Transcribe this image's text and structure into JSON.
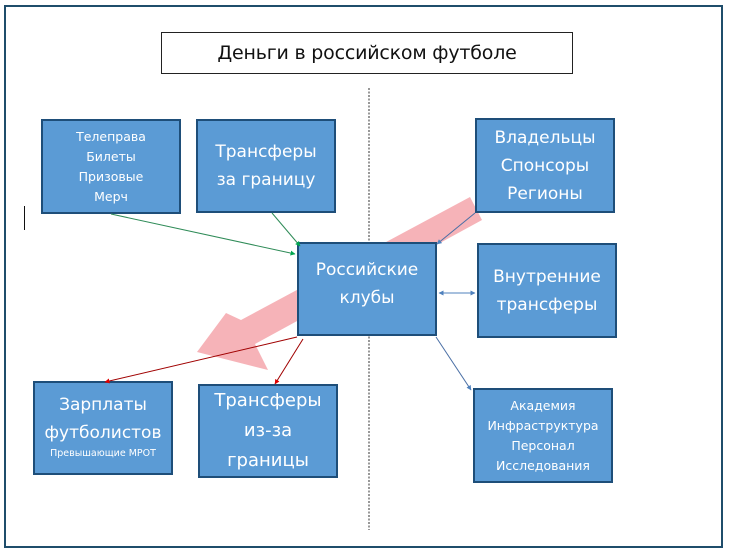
{
  "title": "Деньги в российском футболе",
  "colors": {
    "box_fill": "#5b9bd5",
    "box_border": "#1e4e79",
    "inflow_arrow": "#00a650",
    "outflow_arrow": "#c00000",
    "neutral_arrow": "#4f81bd",
    "big_flow_arrow": "#f4a6ab"
  },
  "nodes": {
    "income": {
      "lines": [
        "Телеправа",
        "Билеты",
        "Призовые",
        "Мерч"
      ]
    },
    "transfers_abroad": {
      "lines": [
        "Трансферы",
        "за границу"
      ]
    },
    "owners": {
      "lines": [
        "Владельцы",
        "Спонсоры",
        "Регионы"
      ]
    },
    "clubs": {
      "lines": [
        "Российские",
        "клубы"
      ]
    },
    "domestic_transfers": {
      "lines": [
        "Внутренние",
        "трансферы"
      ]
    },
    "salaries": {
      "lines": [
        "Зарплаты",
        "футболистов"
      ],
      "note": "Превышающие МРОТ"
    },
    "transfers_from_abroad": {
      "lines": [
        "Трансферы",
        "из-за",
        "границы"
      ]
    },
    "investments": {
      "lines": [
        "Академия",
        "Инфраструктура",
        "Персонал",
        "Исследования"
      ]
    }
  },
  "edges": [
    {
      "from": "income",
      "to": "clubs",
      "type": "inflow"
    },
    {
      "from": "transfers_abroad",
      "to": "clubs",
      "type": "inflow"
    },
    {
      "from": "owners",
      "to": "clubs",
      "type": "neutral"
    },
    {
      "from": "clubs",
      "to": "domestic_transfers",
      "type": "bidirectional"
    },
    {
      "from": "clubs",
      "to": "salaries",
      "type": "outflow"
    },
    {
      "from": "clubs",
      "to": "transfers_from_abroad",
      "type": "outflow"
    },
    {
      "from": "clubs",
      "to": "investments",
      "type": "neutral"
    }
  ]
}
